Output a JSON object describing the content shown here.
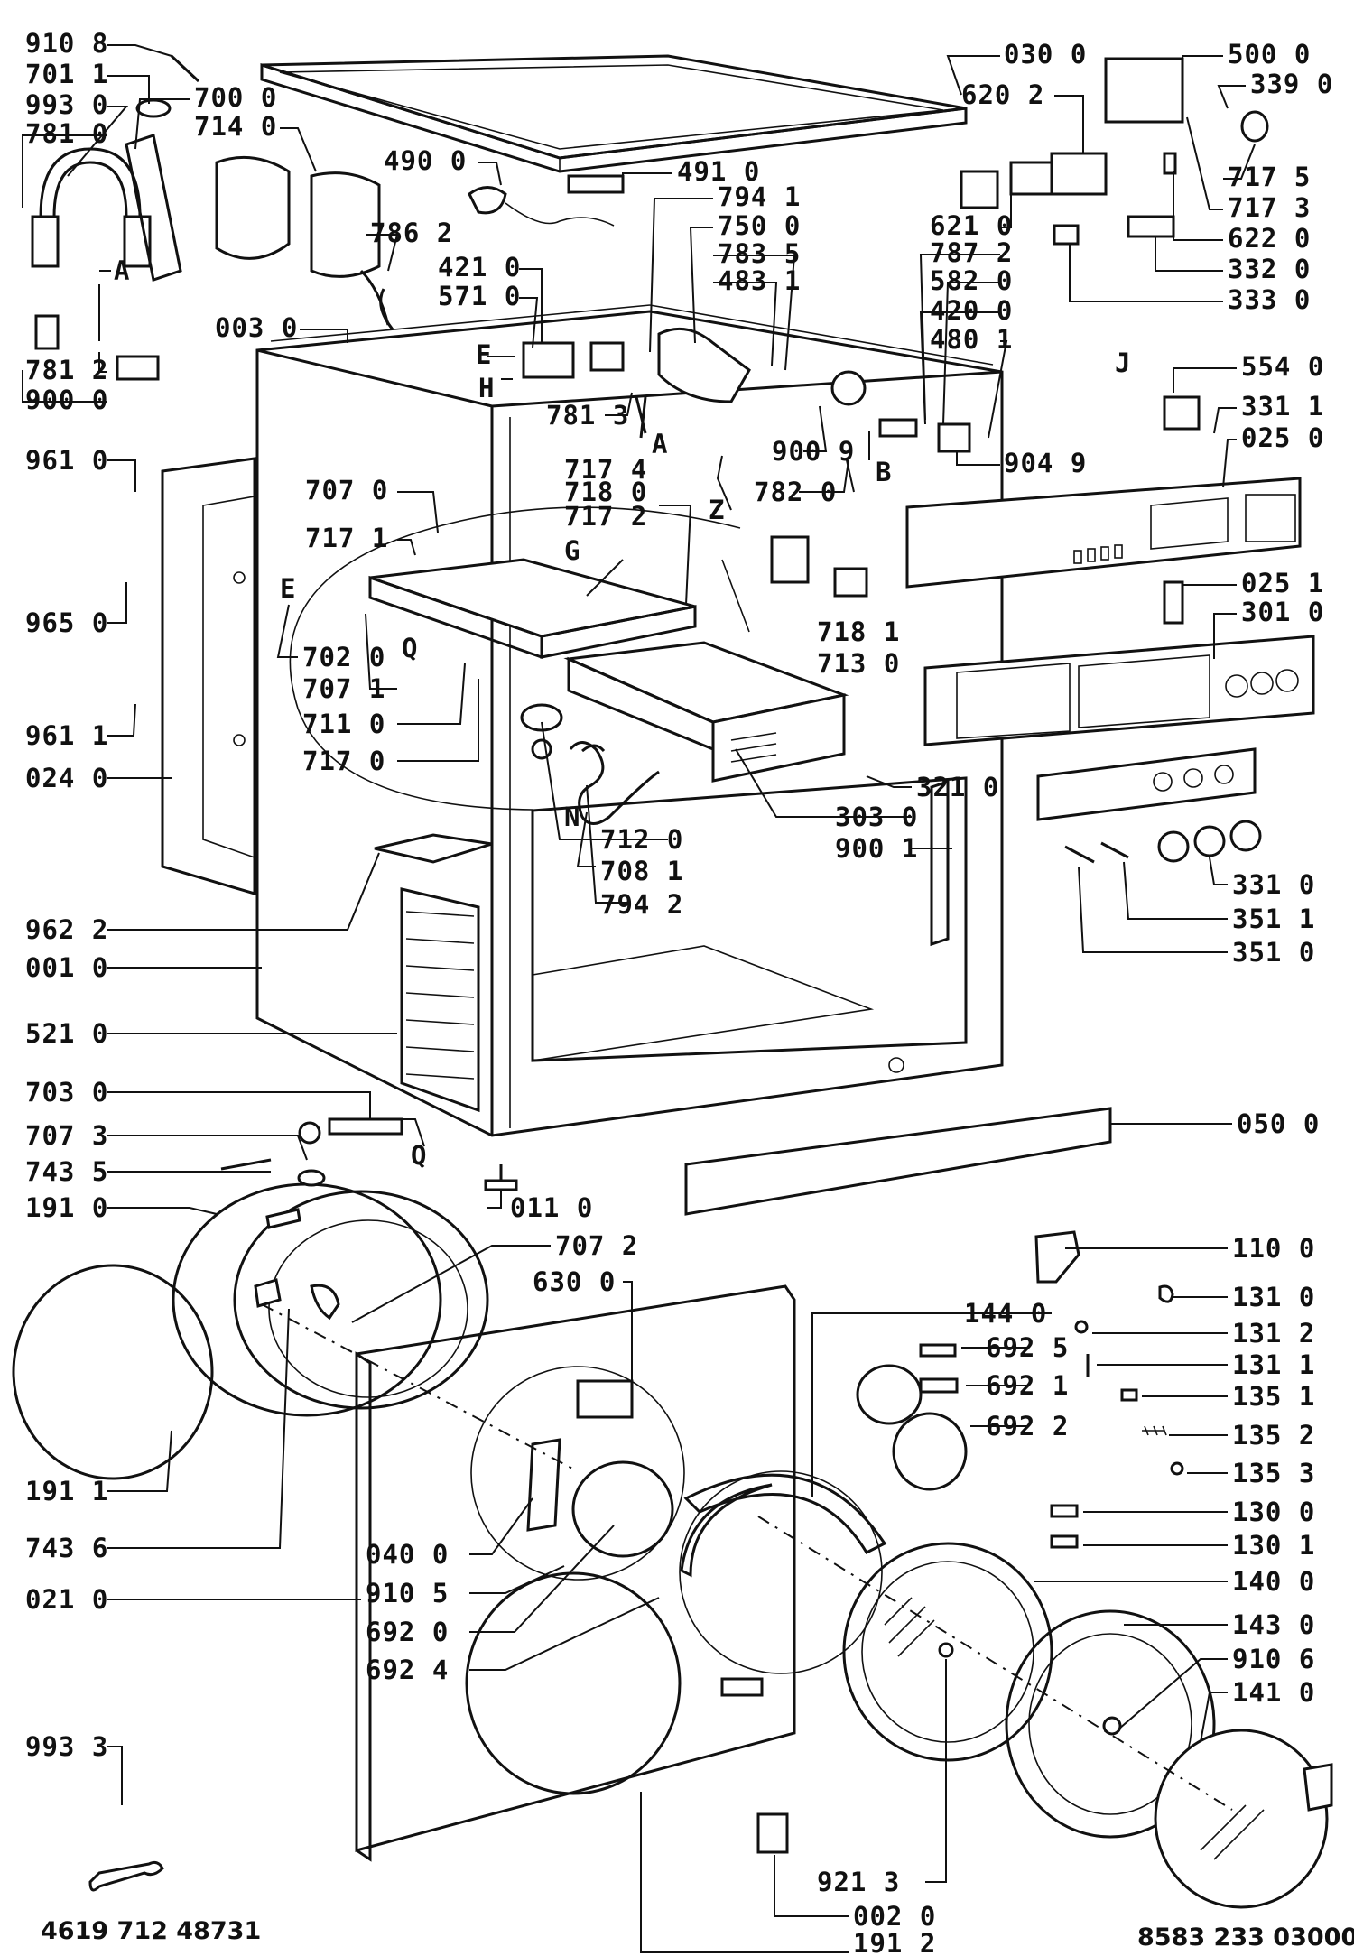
{
  "diagram": {
    "title": "",
    "drawing_number": "4619 712 48731",
    "reference_number": "8583 233 03000"
  },
  "labels": {
    "l_910_8": "910 8",
    "l_701_1": "701 1",
    "l_993_0": "993 0",
    "l_781_0": "781 0",
    "l_700_0": "700 0",
    "l_714_0": "714 0",
    "l_781_2": "781 2",
    "l_900_0": "900 0",
    "l_a1": "A",
    "l_003_0": "003 0",
    "l_786_2": "786 2",
    "l_490_0": "490 0",
    "l_491_0": "491 0",
    "l_794_1": "794 1",
    "l_750_0": "750 0",
    "l_783_5": "783 5",
    "l_483_1": "483 1",
    "l_421_0": "421 0",
    "l_571_0": "571 0",
    "l_e1": "E",
    "l_h": "H",
    "l_781_3": "781 3",
    "l_a2": "A",
    "l_900_9": "900 9",
    "l_z": "Z",
    "l_782_0": "782 0",
    "l_b": "B",
    "l_030_0": "030 0",
    "l_620_2": "620 2",
    "l_500_0": "500 0",
    "l_339_0": "339 0",
    "l_717_5": "717 5",
    "l_717_3": "717 3",
    "l_622_0": "622 0",
    "l_332_0": "332 0",
    "l_333_0": "333 0",
    "l_621_0": "621 0",
    "l_787_2": "787 2",
    "l_582_0": "582 0",
    "l_420_0": "420 0",
    "l_480_1": "480 1",
    "l_904_9": "904 9",
    "l_j": "J",
    "l_554_0": "554 0",
    "l_331_1": "331 1",
    "l_025_0": "025 0",
    "l_025_1": "025 1",
    "l_301_0": "301 0",
    "l_718_1": "718 1",
    "l_713_0": "713 0",
    "l_961_0": "961 0",
    "l_965_0": "965 0",
    "l_961_1": "961 1",
    "l_024_0": "024 0",
    "l_707_0": "707 0",
    "l_717_1": "717 1",
    "l_717_4": "717 4",
    "l_718_0": "718 0",
    "l_717_2": "717 2",
    "l_g": "G",
    "l_e2": "E",
    "l_702_0": "702 0",
    "l_q1": "Q",
    "l_707_1": "707 1",
    "l_711_0": "711 0",
    "l_717_0": "717 0",
    "l_321_0": "321 0",
    "l_303_0": "303 0",
    "l_900_1": "900 1",
    "l_712_0": "712 0",
    "l_708_1": "708 1",
    "l_n": "N",
    "l_794_2": "794 2",
    "l_331_0": "331 0",
    "l_351_1": "351 1",
    "l_351_0": "351 0",
    "l_962_2": "962 2",
    "l_001_0": "001 0",
    "l_521_0": "521 0",
    "l_703_0": "703 0",
    "l_707_3": "707 3",
    "l_q2": "Q",
    "l_743_5": "743 5",
    "l_191_0": "191 0",
    "l_011_0": "011 0",
    "l_050_0": "050 0",
    "l_707_2": "707 2",
    "l_630_0": "630 0",
    "l_144_0": "144 0",
    "l_692_5": "692 5",
    "l_692_1": "692 1",
    "l_692_2": "692 2",
    "l_110_0": "110 0",
    "l_131_0": "131 0",
    "l_131_2": "131 2",
    "l_131_1": "131 1",
    "l_135_1": "135 1",
    "l_135_2": "135 2",
    "l_135_3": "135 3",
    "l_130_0": "130 0",
    "l_130_1": "130 1",
    "l_140_0": "140 0",
    "l_143_0": "143 0",
    "l_910_6": "910 6",
    "l_141_0": "141 0",
    "l_191_1": "191 1",
    "l_743_6": "743 6",
    "l_021_0": "021 0",
    "l_040_0": "040 0",
    "l_910_5": "910 5",
    "l_692_0": "692 0",
    "l_692_4": "692 4",
    "l_993_3": "993 3",
    "l_921_3": "921 3",
    "l_002_0": "002 0",
    "l_191_2": "191 2"
  }
}
